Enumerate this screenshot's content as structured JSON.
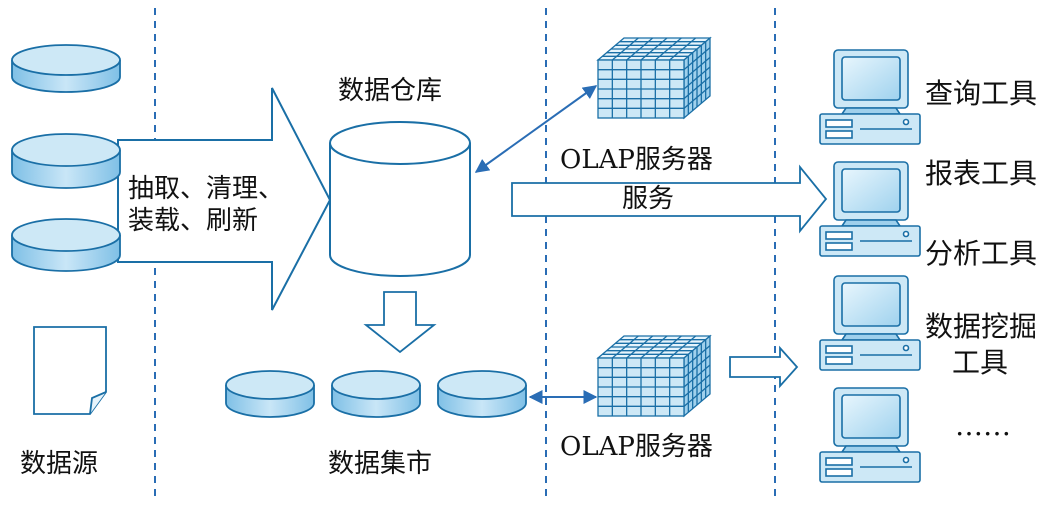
{
  "source_label": "数据源",
  "etl_label_line1": "抽取、清理、",
  "etl_label_line2": "装载、刷新",
  "warehouse_label": "数据仓库",
  "datamart_label": "数据集市",
  "olap_top_label": "OLAP服务器",
  "olap_bottom_label": "OLAP服务器",
  "service_label": "服务",
  "tools": [
    {
      "label": "查询工具"
    },
    {
      "label": "报表工具"
    },
    {
      "label": "分析工具"
    },
    {
      "label_line1": "数据挖掘",
      "label_line2": "工具"
    },
    {
      "label": "……"
    }
  ],
  "colors": {
    "fill": "#cde8f6",
    "fill_dark": "#9fd0ec",
    "stroke": "#1a6fa6",
    "line": "#2a6db5"
  }
}
